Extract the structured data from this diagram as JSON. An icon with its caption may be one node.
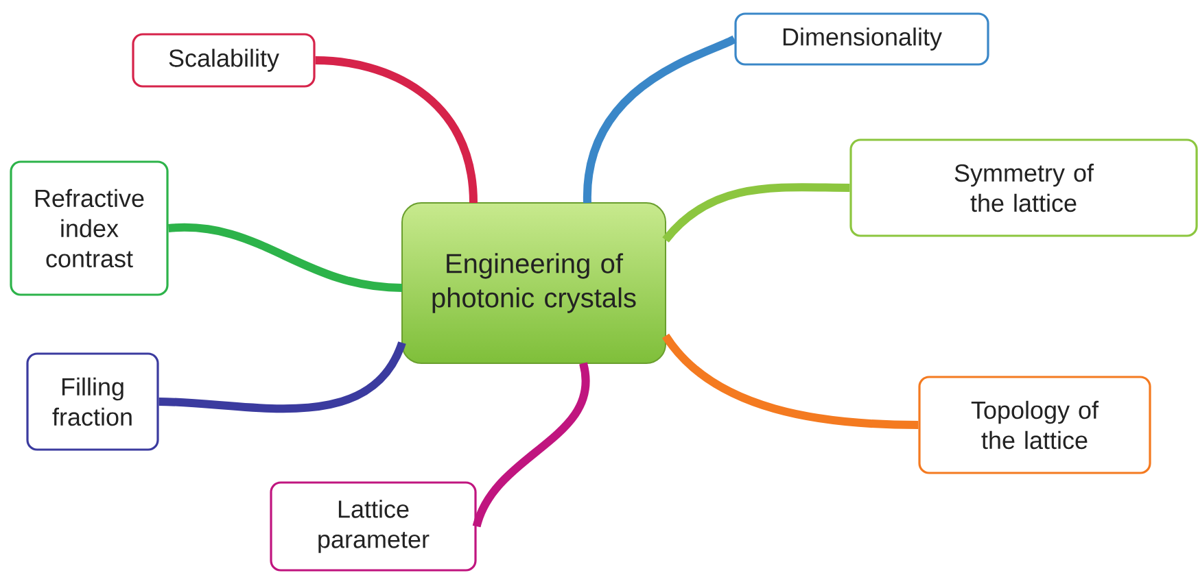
{
  "diagram": {
    "nodes": [
      {
        "text": [
          "Engineering of photonic crystals"
        ]
      },
      {
        "text": [
          "Scalability"
        ]
      },
      {
        "text": [
          "Dimensionality"
        ]
      },
      {
        "text": [
          "Refractive index contrast"
        ]
      },
      {
        "text": [
          "Symmetry of the lattice"
        ]
      },
      {
        "text": [
          "Filling fraction"
        ]
      },
      {
        "text": [
          "Topology of the lattice"
        ]
      },
      {
        "text": [
          "Lattice parameter"
        ]
      }
    ],
    "edges": [
      {
        "from": 0,
        "to": 1,
        "arrow": "none",
        "color": "#d6234a"
      },
      {
        "from": 0,
        "to": 2,
        "arrow": "none",
        "color": "#3a87c8"
      },
      {
        "from": 0,
        "to": 3,
        "arrow": "none",
        "color": "#2db34a"
      },
      {
        "from": 0,
        "to": 4,
        "arrow": "none",
        "color": "#8cc63f"
      },
      {
        "from": 0,
        "to": 5,
        "arrow": "none",
        "color": "#3b3b9f"
      },
      {
        "from": 0,
        "to": 6,
        "arrow": "none",
        "color": "#f47a20"
      },
      {
        "from": 0,
        "to": 7,
        "arrow": "none",
        "color": "#c0157f"
      }
    ]
  }
}
